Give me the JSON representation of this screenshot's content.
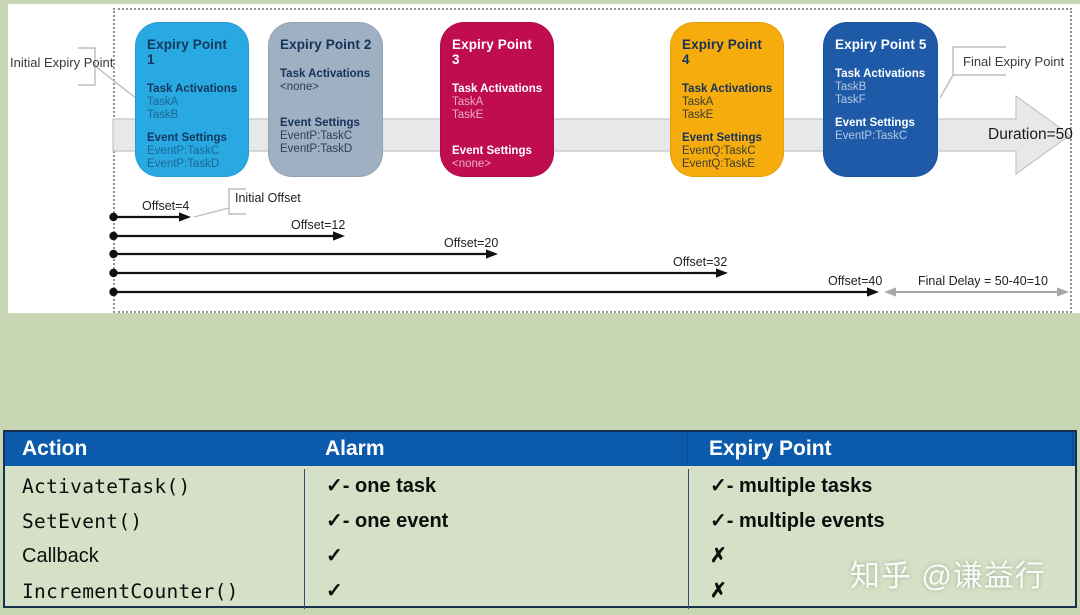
{
  "colors": {
    "page_bg": "#c9d6b4",
    "panel_bg": "#ffffff",
    "table_header_bg": "#0b5aab",
    "table_body_bg": "#d6e0c6",
    "table_border": "#16324f",
    "timeline_arrow_fill": "#e8e8e8"
  },
  "diagram": {
    "labels": {
      "initial_expiry": "Initial Expiry Point",
      "final_expiry": "Final Expiry Point",
      "initial_offset": "Initial Offset",
      "duration": "Duration=50",
      "final_delay": "Final Delay = 50-40=10"
    },
    "boxes": [
      {
        "title": "Expiry Point 1",
        "task_header": "Task Activations",
        "tasks": [
          "TaskA",
          "TaskB"
        ],
        "event_header": "Event Settings",
        "events": [
          "EventP:TaskC",
          "EventP:TaskD"
        ],
        "bg": "#29a9e1",
        "title_color": "#14375f",
        "entry_color": "rgba(16,55,95,0.58)"
      },
      {
        "title": "Expiry Point 2",
        "task_header": "Task Activations",
        "tasks": [
          "<none>"
        ],
        "event_header": "Event Settings",
        "events": [
          "EventP:TaskC",
          "EventP:TaskD"
        ],
        "bg": "#9fb0c2",
        "title_color": "#14325a",
        "entry_color": "rgba(14,34,60,0.82)"
      },
      {
        "title": "Expiry Point 3",
        "task_header": "Task Activations",
        "tasks": [
          "TaskA",
          "TaskE"
        ],
        "event_header": "Event Settings",
        "events": [
          "<none>"
        ],
        "bg": "#c00d50",
        "title_color": "#ffffff",
        "entry_color": "rgba(255,255,255,0.66)"
      },
      {
        "title": "Expiry Point 4",
        "task_header": "Task Activations",
        "tasks": [
          "TaskA",
          "TaskE"
        ],
        "event_header": "Event Settings",
        "events": [
          "EventQ:TaskC",
          "EventQ:TaskE"
        ],
        "bg": "#f6ac0c",
        "title_color": "#14325a",
        "entry_color": "rgba(14,34,60,0.82)"
      },
      {
        "title": "Expiry Point 5",
        "task_header": "Task Activations",
        "tasks": [
          "TaskB",
          "TaskF"
        ],
        "event_header": "Event Settings",
        "events": [
          "EventP:TaskC"
        ],
        "bg": "#1e5aa8",
        "title_color": "#ffffff",
        "entry_color": "rgba(255,255,255,0.66)"
      }
    ],
    "offsets": [
      {
        "label": "Offset=4",
        "value": 4
      },
      {
        "label": "Offset=12",
        "value": 12
      },
      {
        "label": "Offset=20",
        "value": 20
      },
      {
        "label": "Offset=32",
        "value": 32
      },
      {
        "label": "Offset=40",
        "value": 40
      }
    ],
    "duration_value": 50
  },
  "table": {
    "headers": [
      "Action",
      "Alarm",
      "Expiry Point"
    ],
    "rows": [
      {
        "action": "ActivateTask()",
        "code": true,
        "alarm": "✓- one task",
        "expiry": "✓- multiple tasks"
      },
      {
        "action": "SetEvent()",
        "code": true,
        "alarm": "✓- one event",
        "expiry": "✓- multiple events"
      },
      {
        "action": "Callback",
        "code": false,
        "alarm": "✓",
        "expiry": "✗"
      },
      {
        "action": "IncrementCounter()",
        "code": true,
        "alarm": "✓",
        "expiry": "✗"
      }
    ]
  },
  "watermark": "知乎 @谦益行"
}
